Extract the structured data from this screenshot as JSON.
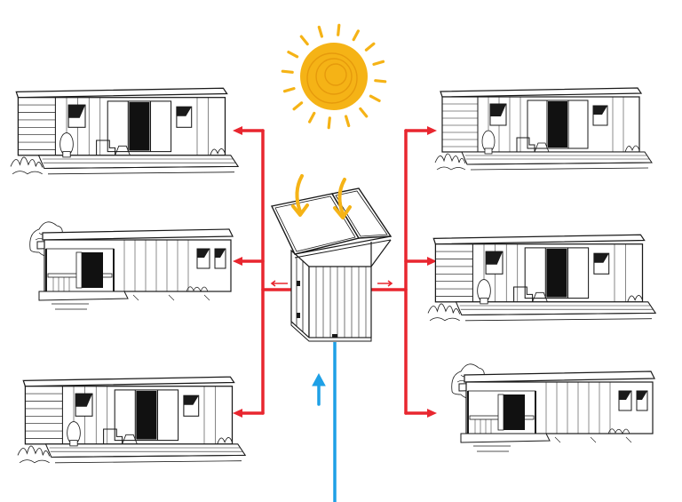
{
  "colors": {
    "background": "#ffffff",
    "hot_water_pipe": "#e8262f",
    "cold_water_pipe": "#1ea0e6",
    "sun": "#f5b316",
    "sun_ray": "#f5b316",
    "solar_arrow": "#f5b316",
    "ink": "#1a1a1a"
  },
  "diagram": {
    "sun": {
      "icon": "sun-icon"
    },
    "solar_unit": {
      "icon": "solar-collector-shed-icon",
      "panel_count": 2,
      "solar_arrow_count": 2
    },
    "cold_water_inlet": {
      "icon": "up-arrow-icon"
    },
    "distribution": {
      "left_branch_count": 3,
      "right_branch_count": 3
    },
    "cabins": [
      {
        "icon": "mobile-home-icon",
        "variant": "plain-with-deck"
      },
      {
        "icon": "mobile-home-icon",
        "variant": "covered-porch"
      },
      {
        "icon": "mobile-home-icon",
        "variant": "plain-with-deck"
      },
      {
        "icon": "mobile-home-icon",
        "variant": "plain-with-deck"
      },
      {
        "icon": "mobile-home-icon",
        "variant": "plain-with-deck"
      },
      {
        "icon": "mobile-home-icon",
        "variant": "covered-porch"
      }
    ]
  }
}
